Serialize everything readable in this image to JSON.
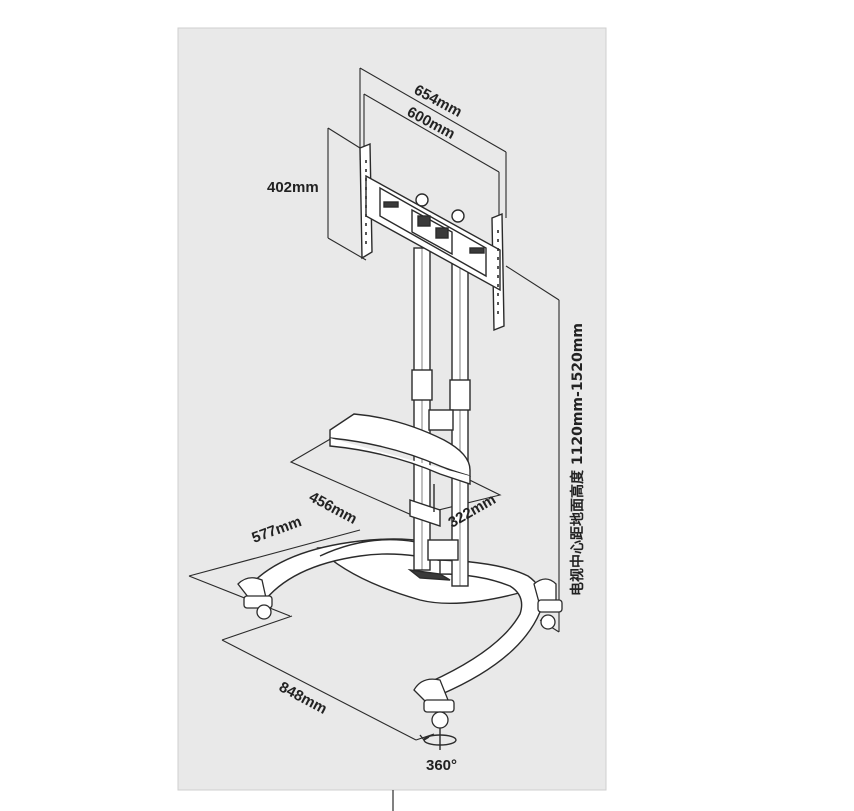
{
  "colors": {
    "panel_background": "#e9e9e9",
    "panel_border": "#cfcfcf",
    "line": "#2b2b2b",
    "fill": "#ffffff",
    "dark_fill": "#3a3a3a"
  },
  "dimensions": {
    "outer_width": "654mm",
    "inner_width": "600mm",
    "mount_height": "402mm",
    "shelf_width": "456mm",
    "shelf_depth": "322mm",
    "base_depth": "577mm",
    "base_width": "848mm",
    "center_height": "电视中心距地面高度 1120mm-1520mm",
    "rotation": "360°"
  }
}
